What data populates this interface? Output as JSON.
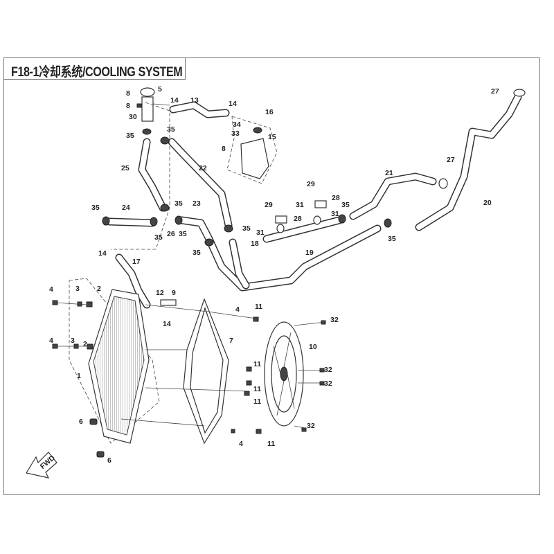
{
  "title": "F18-1冷却系统/COOLING SYSTEM",
  "fwd_label": "FWD",
  "callouts": [
    "5",
    "8",
    "8",
    "14",
    "13",
    "14",
    "30",
    "16",
    "34",
    "33",
    "15",
    "35",
    "35",
    "8",
    "25",
    "22",
    "27",
    "21",
    "27",
    "29",
    "28",
    "20",
    "35",
    "24",
    "35",
    "23",
    "29",
    "31",
    "35",
    "31",
    "28",
    "35",
    "31",
    "35",
    "26",
    "35",
    "35",
    "18",
    "35",
    "19",
    "14",
    "17",
    "4",
    "3",
    "2",
    "12",
    "9",
    "4",
    "11",
    "32",
    "14",
    "4",
    "3",
    "2",
    "7",
    "10",
    "1",
    "11",
    "32",
    "32",
    "11",
    "11",
    "6",
    "32",
    "4",
    "11",
    "6"
  ]
}
